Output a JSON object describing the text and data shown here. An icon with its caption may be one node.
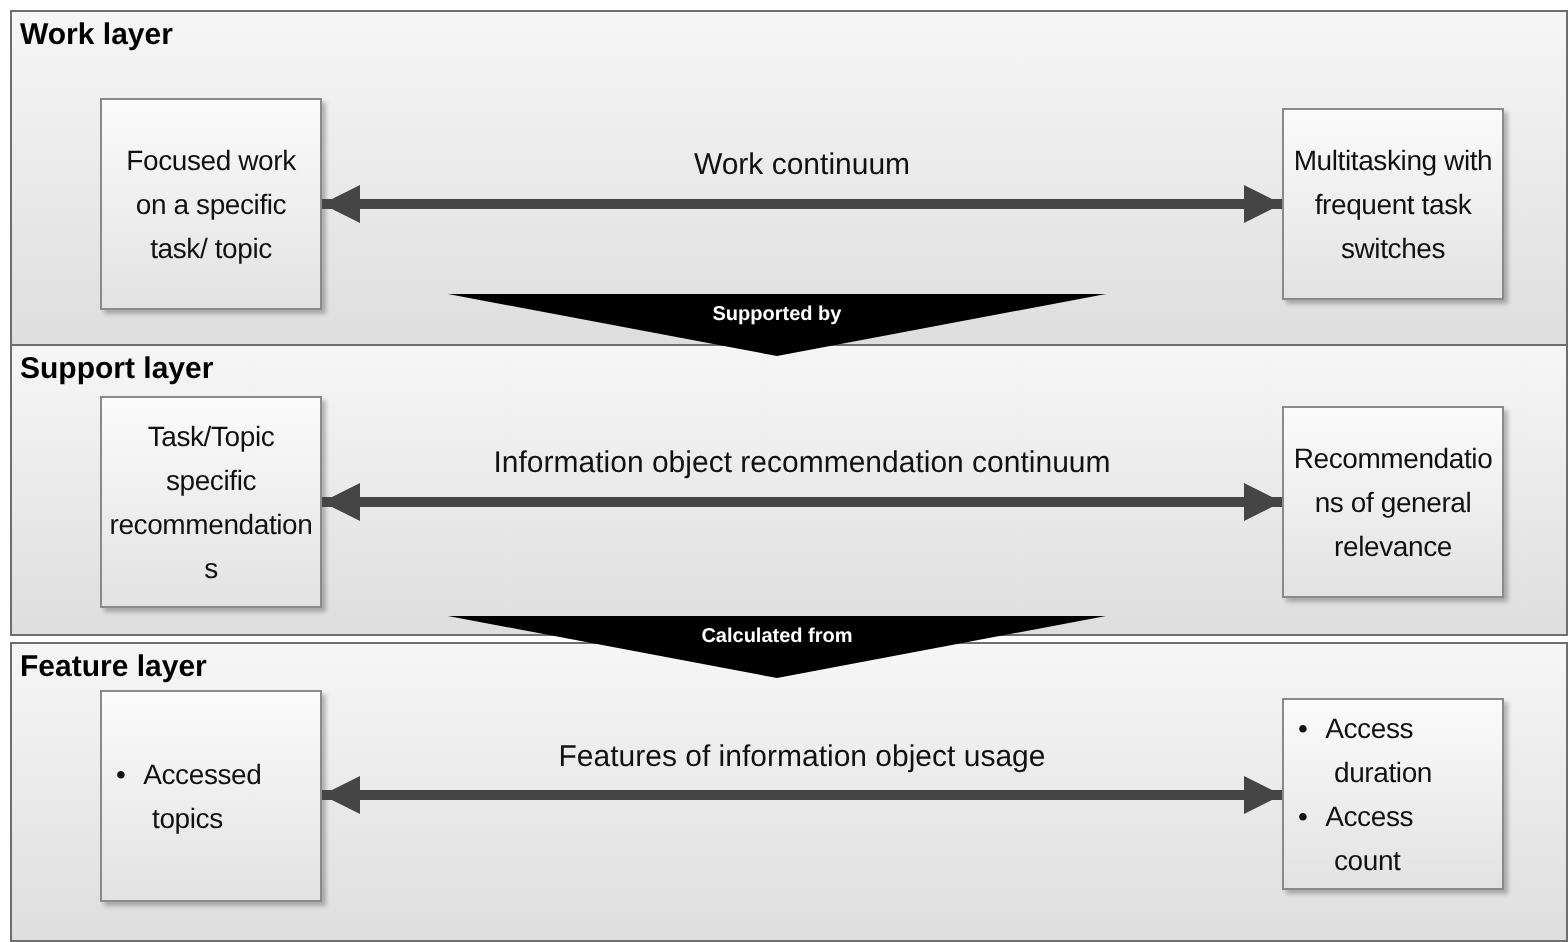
{
  "diagram": {
    "nodes": [
      {
        "text": [
          "Work layer"
        ]
      },
      {
        "text": [
          "Focused work on a specific task/ topic"
        ],
        "in": 0
      },
      {
        "text": [
          "Multitasking with frequent task switches"
        ],
        "in": 0
      },
      {
        "text": [
          "Supported by"
        ]
      },
      {
        "text": [
          "Support layer"
        ]
      },
      {
        "text": [
          "Task/Topic specific recommendations"
        ],
        "in": 4
      },
      {
        "text": [
          "Recommendations of general relevance"
        ],
        "in": 4
      },
      {
        "text": [
          "Calculated from"
        ]
      },
      {
        "text": [
          "Feature layer"
        ]
      },
      {
        "text": [
          "• Accessed topics"
        ],
        "in": 8
      },
      {
        "text": [
          "• Access duration",
          "• Access count"
        ],
        "in": 8
      }
    ],
    "edges": [
      {
        "from": 1,
        "to": 2,
        "arrow": "both",
        "label": "Work continuum"
      },
      {
        "from": 5,
        "to": 6,
        "arrow": "both",
        "label": "Information object recommendation continuum"
      },
      {
        "from": 9,
        "to": 10,
        "arrow": "both",
        "label": "Features of information object usage"
      }
    ]
  }
}
